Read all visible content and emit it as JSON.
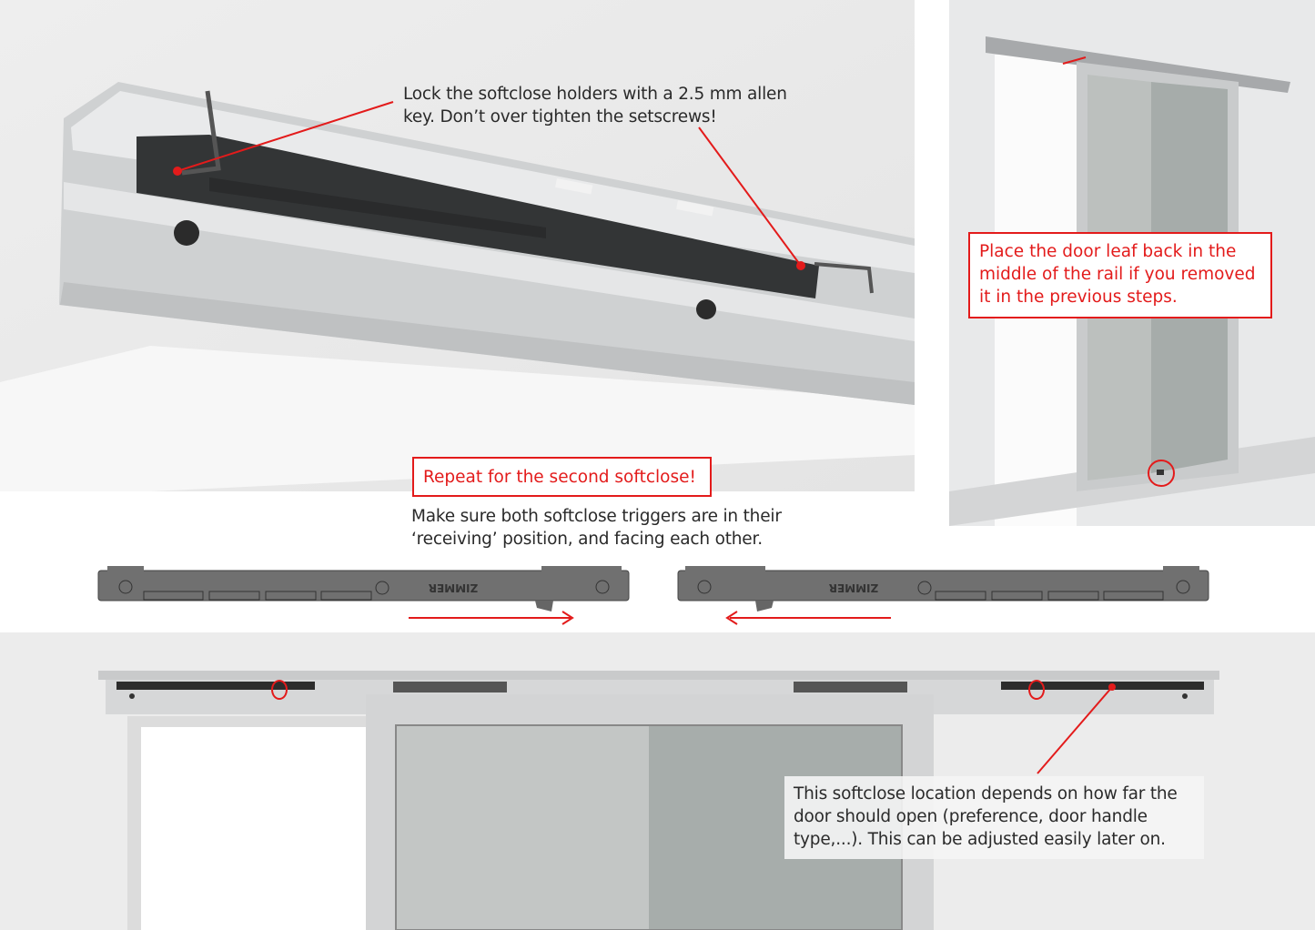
{
  "callouts": {
    "lock_holders": {
      "line1": "Lock the softclose holders with a 2.5 mm allen",
      "line2": "key. Don’t over tighten the setscrews!"
    },
    "door_leaf": {
      "line1": "Place the door leaf back in the",
      "line2": "middle of the rail  if you removed",
      "line3": "it in the previous steps."
    },
    "repeat": "Repeat for the second softclose!",
    "triggers": {
      "line1": "Make sure both softclose triggers are in their",
      "line2": "‘receiving’ position, and facing each other."
    },
    "location": {
      "line1": "This softclose location depends on how far the",
      "line2": "door should open (preference, door handle",
      "line3": "type,...). This can be adjusted easily later on."
    }
  },
  "softclose_brand": "ZIMMER",
  "colors": {
    "accent": "#e31b1b",
    "unit": "#6e6e6e",
    "rail": "#d9dadb",
    "glass": "#b9bdbb"
  }
}
